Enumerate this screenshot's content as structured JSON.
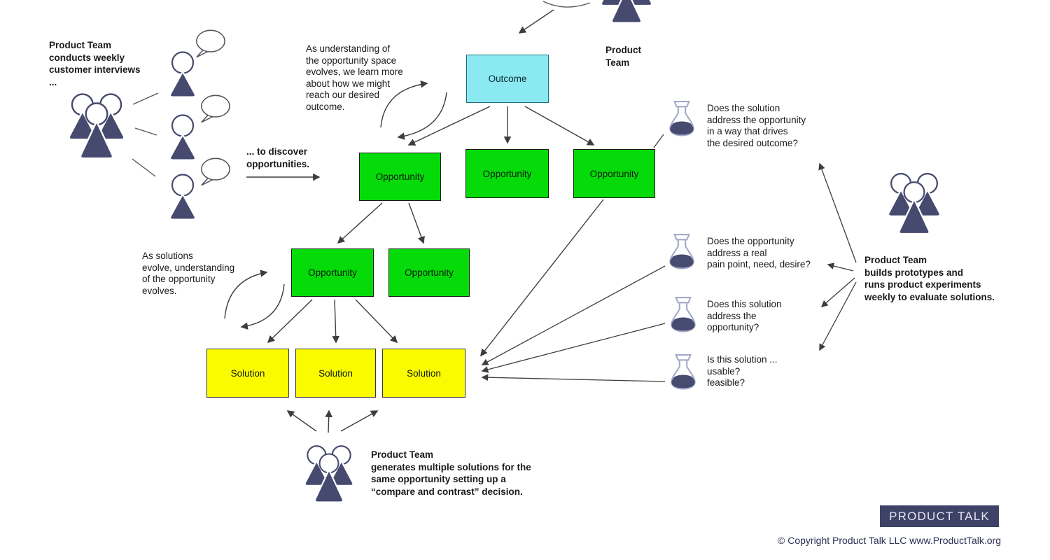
{
  "colors": {
    "navy": "#454A6E",
    "green": "#06DB0A",
    "yellow": "#FBFB00",
    "cyan": "#8BE9F1",
    "cyan-border": "#1F6E78",
    "line": "#3D3D3D",
    "badge-bg": "#3E4267",
    "badge-text": "#E3E5F0"
  },
  "tree": {
    "outcome_label": "Outcome",
    "opportunity_labels": [
      "Opportunity",
      "Opportunity",
      "Opportunity",
      "Opportunity",
      "Opportunity"
    ],
    "solution_labels": [
      "Solution",
      "Solution",
      "Solution"
    ]
  },
  "annotations": {
    "interviews": "Product Team\nconducts weekly\ncustomer interviews\n...",
    "understanding": "As understanding of\nthe opportunity space\nevolves, we learn more\nabout how we might\nreach our desired\noutcome.",
    "discover": "... to discover\nopportunities.",
    "product_team_top": "Product\nTeam",
    "solutions_evolve": "As solutions\nevolve, understanding\nof the opportunity\nevolves.",
    "experiments": "Product Team\nbuilds prototypes and\nruns product experiments\nweekly to evaluate solutions.",
    "generates": "Product Team\ngenerates multiple solutions for the\nsame opportunity setting up a\n“compare and contrast” decision."
  },
  "questions": [
    "Does the solution\naddress the opportunity\nin a way that drives\nthe desired outcome?",
    "Does the opportunity\naddress a real\npain point, need, desire?",
    "Does this solution\naddress the\nopportunity?",
    "Is this solution ...\nusable?\nfeasible?"
  ],
  "icons": {
    "team": "product-team-group-icon",
    "person": "interviewee-person-icon",
    "bubble": "speech-bubble-icon",
    "flask": "experiment-flask-icon"
  },
  "footer": {
    "badge": "PRODUCT TALK",
    "copyright": "© Copyright Product Talk LLC www.ProductTalk.org"
  }
}
